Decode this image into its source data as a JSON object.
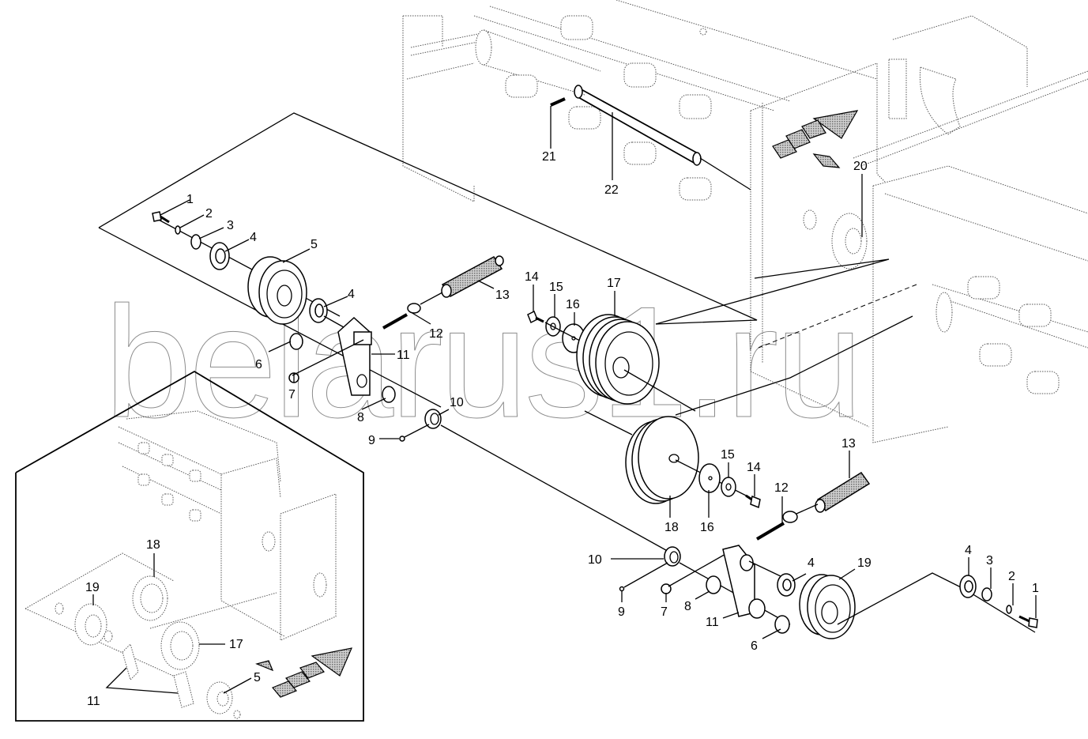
{
  "watermark": {
    "text": "belarus1.ru"
  },
  "colors": {
    "line": "#000000",
    "watermark": "#8c8c8c",
    "background": "#ffffff",
    "hatch": "#9a9a9a"
  },
  "callouts": {
    "top_assembly": [
      {
        "id": "c1",
        "label": "1"
      },
      {
        "id": "c2",
        "label": "2"
      },
      {
        "id": "c3",
        "label": "3"
      },
      {
        "id": "c4a",
        "label": "4"
      },
      {
        "id": "c5",
        "label": "5"
      },
      {
        "id": "c4b",
        "label": "4"
      },
      {
        "id": "c6",
        "label": "6"
      },
      {
        "id": "c7",
        "label": "7"
      },
      {
        "id": "c8",
        "label": "8"
      },
      {
        "id": "c9",
        "label": "9"
      },
      {
        "id": "c10",
        "label": "10"
      },
      {
        "id": "c11",
        "label": "11"
      },
      {
        "id": "c12",
        "label": "12"
      },
      {
        "id": "c13",
        "label": "13"
      },
      {
        "id": "c14",
        "label": "14"
      },
      {
        "id": "c15",
        "label": "15"
      },
      {
        "id": "c16",
        "label": "16"
      },
      {
        "id": "c17",
        "label": "17"
      }
    ],
    "frame": [
      {
        "id": "c20",
        "label": "20"
      },
      {
        "id": "c21",
        "label": "21"
      },
      {
        "id": "c22",
        "label": "22"
      }
    ],
    "lower_assembly": [
      {
        "id": "d18",
        "label": "18"
      },
      {
        "id": "d16",
        "label": "16"
      },
      {
        "id": "d15",
        "label": "15"
      },
      {
        "id": "d14",
        "label": "14"
      },
      {
        "id": "d13",
        "label": "13"
      },
      {
        "id": "d12",
        "label": "12"
      },
      {
        "id": "d10",
        "label": "10"
      },
      {
        "id": "d9",
        "label": "9"
      },
      {
        "id": "d7",
        "label": "7"
      },
      {
        "id": "d8",
        "label": "8"
      },
      {
        "id": "d11",
        "label": "11"
      },
      {
        "id": "d6",
        "label": "6"
      },
      {
        "id": "d4a",
        "label": "4"
      },
      {
        "id": "d19",
        "label": "19"
      },
      {
        "id": "d4b",
        "label": "4"
      },
      {
        "id": "d3",
        "label": "3"
      },
      {
        "id": "d2",
        "label": "2"
      },
      {
        "id": "d1",
        "label": "1"
      }
    ],
    "inset": [
      {
        "id": "i18",
        "label": "18"
      },
      {
        "id": "i19",
        "label": "19"
      },
      {
        "id": "i17",
        "label": "17"
      },
      {
        "id": "i5",
        "label": "5"
      },
      {
        "id": "i11",
        "label": "11"
      }
    ]
  }
}
